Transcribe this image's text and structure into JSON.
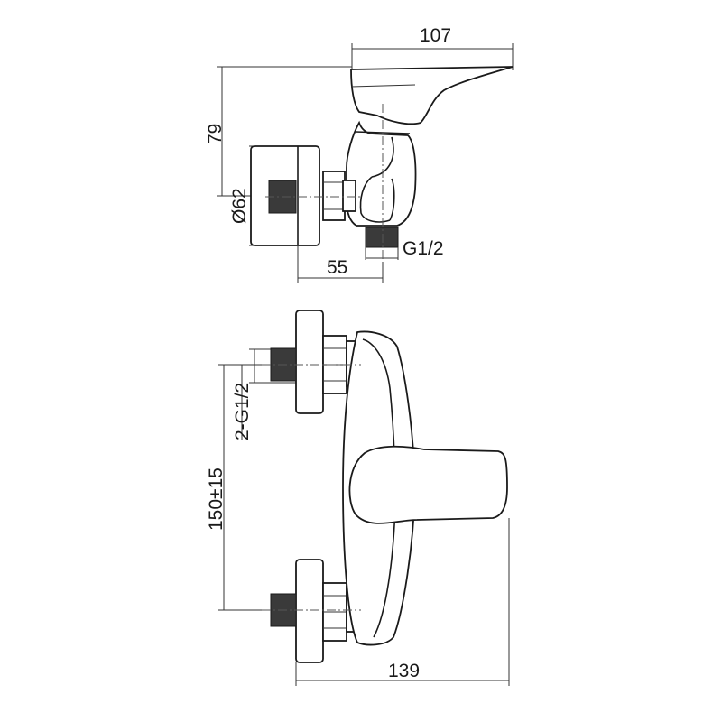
{
  "dimensions": {
    "top_width": "107",
    "height": "79",
    "flange_diameter": "Ø62",
    "outlet_thread": "G1/2",
    "projection": "55",
    "inlet_threads": "2-G1/2",
    "centers": "150±15",
    "overall_width": "139"
  }
}
